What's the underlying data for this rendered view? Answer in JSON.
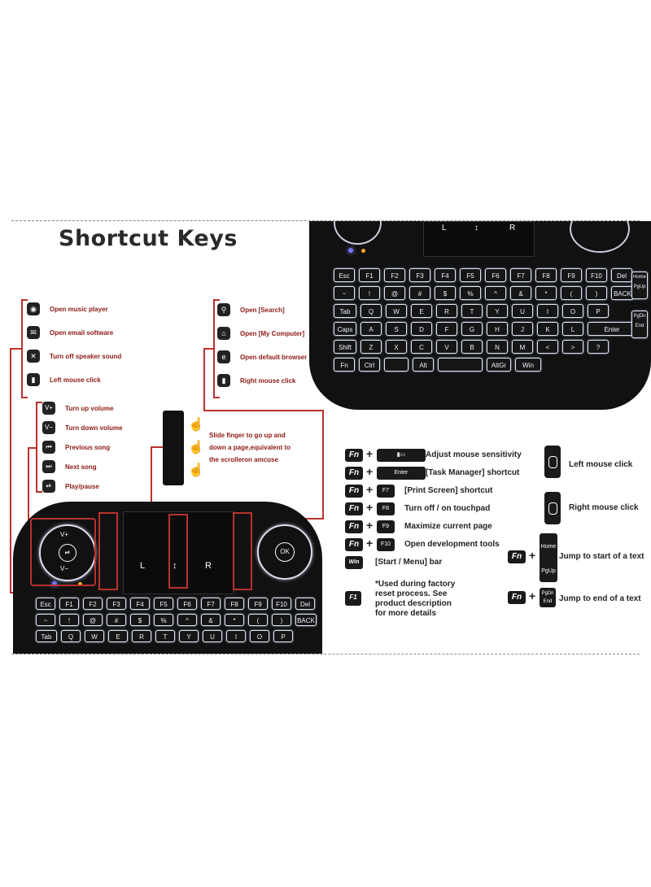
{
  "title": "Shortcut Keys",
  "left_labels": [
    {
      "icon": "music-icon",
      "glyph": "◉",
      "text": "Open music player"
    },
    {
      "icon": "email-icon",
      "glyph": "✉",
      "text": "Open email software"
    },
    {
      "icon": "mute-icon",
      "glyph": "✕",
      "text": "Turn off speaker sound"
    },
    {
      "icon": "mouse-icon",
      "glyph": "▮",
      "text": "Left mouse click"
    }
  ],
  "right_labels": [
    {
      "icon": "search-icon",
      "glyph": "⚲",
      "text": "Open [Search]"
    },
    {
      "icon": "home-icon",
      "glyph": "⌂",
      "text": "Open [My Computer]"
    },
    {
      "icon": "browser-icon",
      "glyph": "e",
      "text": "Open default browser"
    },
    {
      "icon": "mouse-icon",
      "glyph": "▮",
      "text": "Right mouse click"
    }
  ],
  "media_labels": [
    {
      "glyph": "V+",
      "text": "Turn up volume"
    },
    {
      "glyph": "V−",
      "text": "Turn down volume"
    },
    {
      "glyph": "⏮",
      "text": "Previous song"
    },
    {
      "glyph": "⏭",
      "text": "Next song"
    },
    {
      "glyph": "⏯",
      "text": "Play/pause"
    }
  ],
  "scroll_text": [
    "Slide finger to go up and",
    "down a page,equivalent to",
    "the scrolleron amcuse"
  ],
  "fn_shortcuts": [
    {
      "fn": "Fn",
      "key": "▮▭",
      "text": "Adjust mouse sensitivity"
    },
    {
      "fn": "Fn",
      "key": "Enter",
      "text": "[Task Manager] shortcut"
    },
    {
      "fn": "Fn",
      "key": "F7",
      "text": "[Print Screen] shortcut"
    },
    {
      "fn": "Fn",
      "key": "F8",
      "text": "Turn off / on touchpad"
    },
    {
      "fn": "Fn",
      "key": "F9",
      "text": "Maximize current page"
    },
    {
      "fn": "Fn",
      "key": "F10",
      "text": "Open development tools"
    },
    {
      "fn": "Win",
      "key": "",
      "text": "[Start / Menu] bar"
    }
  ],
  "factory_note": [
    "*Used during factory",
    "reset process. See",
    "product description",
    "for more details"
  ],
  "factory_key": "F1",
  "mouse_labels": {
    "left": "Left mouse click",
    "right": "Right mouse click"
  },
  "jump_labels": [
    {
      "fn": "Fn",
      "key": "Home PgUp",
      "text": "Jump to start of a text"
    },
    {
      "fn": "Fn",
      "key": "PgDn End",
      "text": "Jump to end of a text"
    }
  ],
  "keyboard": {
    "row_fkeys": [
      "Esc",
      "F1",
      "F2",
      "F3",
      "F4",
      "F5",
      "F6",
      "F7",
      "F8",
      "F9",
      "F10",
      "Del"
    ],
    "row_num": [
      "~",
      "!",
      "@",
      "#",
      "$",
      "%",
      "^",
      "&",
      "*",
      "(",
      ")",
      "BACK"
    ],
    "row_q": [
      "Tab",
      "Q",
      "W",
      "E",
      "R",
      "T",
      "Y",
      "U",
      "I",
      "O",
      "P"
    ],
    "row_a": [
      "Caps",
      "A",
      "S",
      "D",
      "F",
      "G",
      "H",
      "J",
      "K",
      "L",
      "Enter"
    ],
    "row_z": [
      "Shift",
      "Z",
      "X",
      "C",
      "V",
      "B",
      "N",
      "M",
      "<",
      ">",
      "?"
    ],
    "row_b": [
      "Fn",
      "Ctrl",
      "",
      "Alt",
      "",
      "AltGr",
      "Win"
    ],
    "touch_labels": [
      "L",
      "↕",
      "R"
    ],
    "side": [
      "Home",
      "PgUp",
      "PgDn",
      "End"
    ],
    "ok": "OK",
    "vol": [
      "V+",
      "V−"
    ]
  }
}
